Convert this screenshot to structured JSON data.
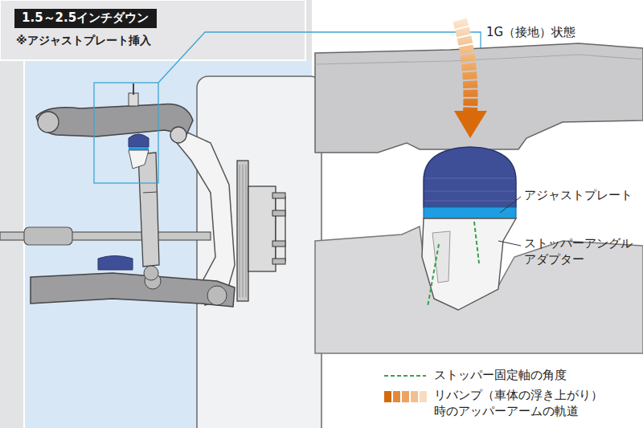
{
  "diagram": {
    "nodes": [
      {
        "text": [
          "1.5～2.5インチダウン"
        ]
      }
    ],
    "labels": [
      "※アジャストプレート挿入",
      "1G（接地）状態",
      "アジャストプレート",
      "ストッパーアングル アダプター"
    ],
    "legend": [
      {
        "text": "ストッパー固定軸の角度"
      },
      {
        "text": "リバンプ（車体の浮き上がり） 時のアッパーアームの軌道"
      }
    ]
  }
}
